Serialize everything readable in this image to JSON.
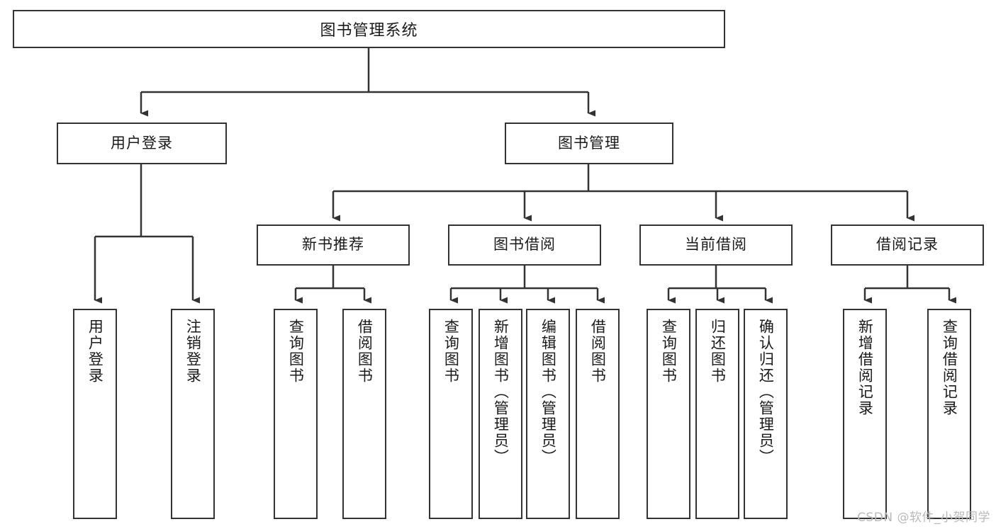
{
  "diagram": {
    "title": "图书管理系统",
    "type": "tree",
    "watermark": "CSDN @软件_小贺同学",
    "colors": {
      "box_border": "#333333",
      "box_fill": "#ffffff",
      "connector": "#333333",
      "text": "#1a1a1a",
      "watermark": "#b9b9b9"
    },
    "root": {
      "label": "图书管理系统"
    },
    "level1": [
      {
        "label": "用户登录"
      },
      {
        "label": "图书管理"
      }
    ],
    "level2": [
      {
        "label": "新书推荐"
      },
      {
        "label": "图书借阅"
      },
      {
        "label": "当前借阅"
      },
      {
        "label": "借阅记录"
      }
    ],
    "leaves": {
      "user_login": [
        {
          "label": "用户登录"
        },
        {
          "label": "注销登录"
        }
      ],
      "new_book_recommend": [
        {
          "label": "查询图书"
        },
        {
          "label": "借阅图书"
        }
      ],
      "book_borrow": [
        {
          "label": "查询图书"
        },
        {
          "label": "新增图书（管理员）"
        },
        {
          "label": "编辑图书（管理员）"
        },
        {
          "label": "借阅图书"
        }
      ],
      "current_borrow": [
        {
          "label": "查询图书"
        },
        {
          "label": "归还图书"
        },
        {
          "label": "确认归还（管理员）"
        }
      ],
      "borrow_record": [
        {
          "label": "新增借阅记录"
        },
        {
          "label": "查询借阅记录"
        }
      ]
    }
  }
}
